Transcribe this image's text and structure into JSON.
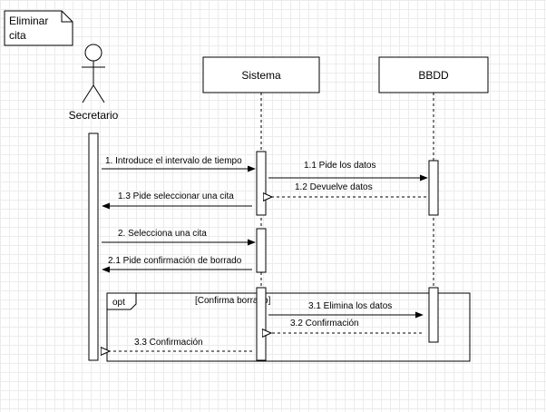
{
  "note": {
    "line1": "Eliminar",
    "line2": "cita"
  },
  "actor": {
    "label": "Secretario"
  },
  "lifelines": {
    "sistema": "Sistema",
    "bbdd": "BBDD"
  },
  "messages": {
    "m1": "1. Introduce el intervalo de tiempo",
    "m1_1": "1.1 Pide los datos",
    "m1_2": "1.2 Devuelve datos",
    "m1_3": "1.3 Pide seleccionar una cita",
    "m2": "2.  Selecciona una cita",
    "m2_1": "2.1 Pide confirmación de borrado",
    "m3_1": "3.1 Elimina los datos",
    "m3_2": "3.2 Confirmación",
    "m3_3": "3.3 Confirmación"
  },
  "fragment": {
    "operator": "opt",
    "guard": "[Confirma borrado]"
  }
}
